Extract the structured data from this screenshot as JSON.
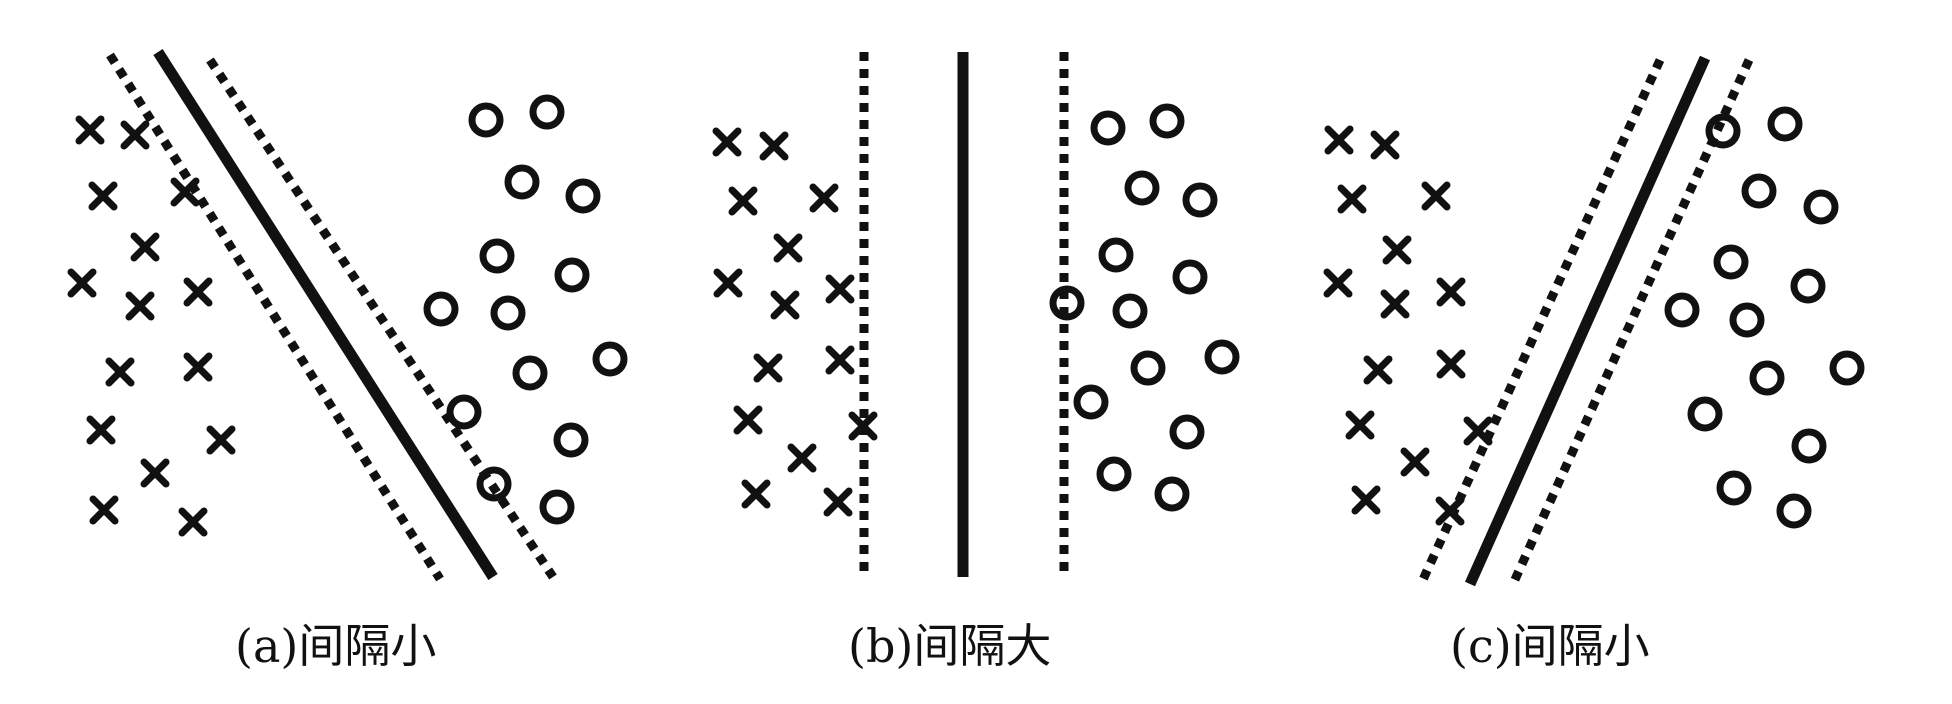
{
  "panels": [
    {
      "id": "a",
      "caption": "(a)间隔小",
      "crosses": [
        [
          90,
          130
        ],
        [
          135,
          135
        ],
        [
          103,
          196
        ],
        [
          185,
          192
        ],
        [
          145,
          247
        ],
        [
          82,
          283
        ],
        [
          140,
          306
        ],
        [
          198,
          292
        ],
        [
          120,
          372
        ],
        [
          198,
          367
        ],
        [
          101,
          430
        ],
        [
          221,
          440
        ],
        [
          155,
          473
        ],
        [
          104,
          510
        ],
        [
          193,
          522
        ]
      ],
      "circles": [
        [
          486,
          120
        ],
        [
          547,
          112
        ],
        [
          522,
          182
        ],
        [
          583,
          196
        ],
        [
          497,
          256
        ],
        [
          572,
          275
        ],
        [
          441,
          309
        ],
        [
          508,
          313
        ],
        [
          530,
          373
        ],
        [
          610,
          359
        ],
        [
          464,
          412
        ],
        [
          571,
          440
        ],
        [
          494,
          484
        ],
        [
          557,
          507
        ]
      ],
      "lines": {
        "solid": [
          [
            158,
            52
          ],
          [
            493,
            577
          ]
        ],
        "dashed_left": [
          [
            110,
            55
          ],
          [
            440,
            579
          ]
        ],
        "dashed_right": [
          [
            210,
            60
          ],
          [
            553,
            577
          ]
        ]
      }
    },
    {
      "id": "b",
      "caption": "(b)间隔大",
      "crosses": [
        [
          727,
          142
        ],
        [
          774,
          146
        ],
        [
          743,
          201
        ],
        [
          824,
          198
        ],
        [
          788,
          248
        ],
        [
          728,
          283
        ],
        [
          840,
          289
        ],
        [
          785,
          305
        ],
        [
          840,
          360
        ],
        [
          768,
          368
        ],
        [
          748,
          420
        ],
        [
          863,
          426
        ],
        [
          802,
          458
        ],
        [
          756,
          494
        ],
        [
          838,
          502
        ]
      ],
      "circles": [
        [
          1108,
          128
        ],
        [
          1167,
          121
        ],
        [
          1142,
          188
        ],
        [
          1200,
          200
        ],
        [
          1116,
          255
        ],
        [
          1190,
          277
        ],
        [
          1067,
          303
        ],
        [
          1130,
          311
        ],
        [
          1148,
          368
        ],
        [
          1222,
          357
        ],
        [
          1091,
          402
        ],
        [
          1187,
          432
        ],
        [
          1114,
          474
        ],
        [
          1172,
          494
        ]
      ],
      "lines": {
        "solid": [
          [
            963,
            52
          ],
          [
            963,
            577
          ]
        ],
        "dashed_left": [
          [
            864,
            52
          ],
          [
            864,
            577
          ]
        ],
        "dashed_right": [
          [
            1064,
            52
          ],
          [
            1064,
            577
          ]
        ]
      }
    },
    {
      "id": "c",
      "caption": "(c)间隔小",
      "crosses": [
        [
          1339,
          140
        ],
        [
          1385,
          145
        ],
        [
          1352,
          199
        ],
        [
          1436,
          196
        ],
        [
          1397,
          250
        ],
        [
          1338,
          283
        ],
        [
          1395,
          304
        ],
        [
          1451,
          292
        ],
        [
          1378,
          370
        ],
        [
          1451,
          364
        ],
        [
          1360,
          425
        ],
        [
          1478,
          431
        ],
        [
          1415,
          462
        ],
        [
          1366,
          500
        ],
        [
          1450,
          511
        ]
      ],
      "circles": [
        [
          1723,
          131
        ],
        [
          1785,
          124
        ],
        [
          1759,
          191
        ],
        [
          1821,
          207
        ],
        [
          1731,
          262
        ],
        [
          1808,
          286
        ],
        [
          1682,
          310
        ],
        [
          1747,
          320
        ],
        [
          1767,
          378
        ],
        [
          1847,
          368
        ],
        [
          1705,
          414
        ],
        [
          1809,
          446
        ],
        [
          1734,
          488
        ],
        [
          1794,
          511
        ]
      ],
      "lines": {
        "solid": [
          [
            1705,
            58
          ],
          [
            1470,
            584
          ]
        ],
        "dashed_left": [
          [
            1660,
            60
          ],
          [
            1421,
            584
          ]
        ],
        "dashed_right": [
          [
            1749,
            60
          ],
          [
            1513,
            584
          ]
        ]
      }
    }
  ]
}
